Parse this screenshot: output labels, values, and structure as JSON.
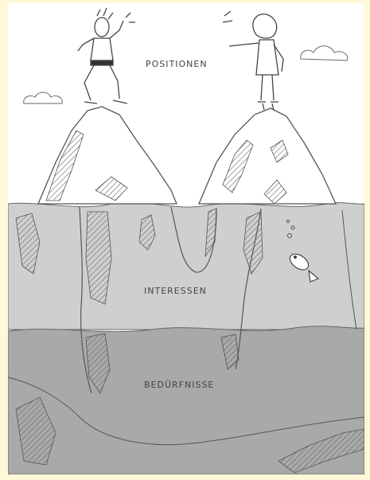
{
  "labels": {
    "positions": "POSITIONEN",
    "interests": "INTERESSEN",
    "needs": "BEDÜRFNISSE"
  },
  "colors": {
    "frame": "#fff8d8",
    "sky": "#ffffff",
    "water_upper": "#cfcfcf",
    "water_lower": "#a9a9a9",
    "ink": "#555555"
  },
  "icons": [
    "man-figure",
    "woman-figure",
    "cloud",
    "fish",
    "bubbles",
    "iceberg"
  ]
}
